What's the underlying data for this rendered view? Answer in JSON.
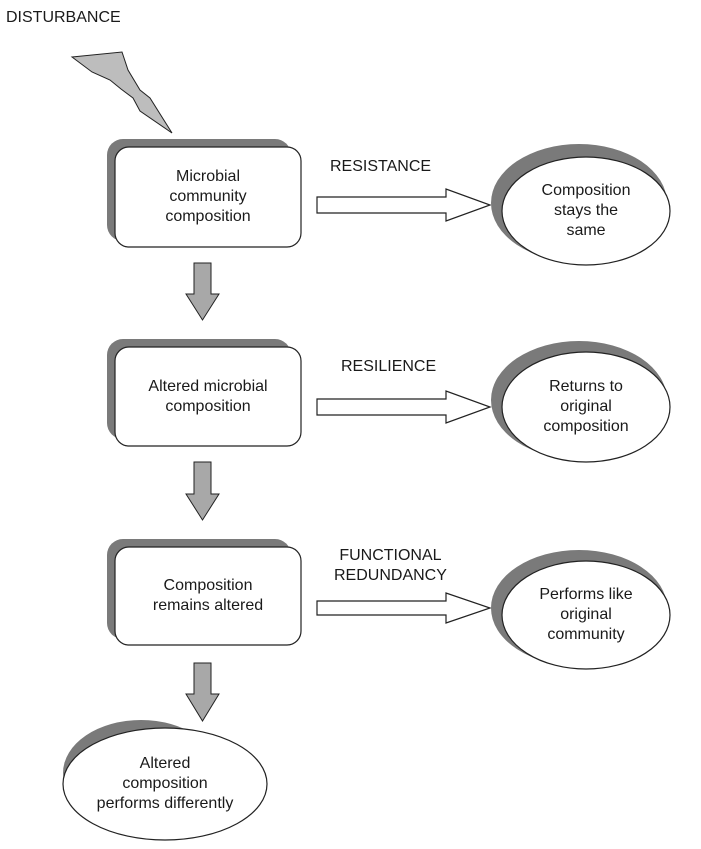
{
  "diagram": {
    "disturbance_label": "DISTURBANCE",
    "boxes": {
      "microbial_community": "Microbial\ncommunity\ncomposition",
      "altered_composition": "Altered microbial\ncomposition",
      "remains_altered": "Composition\nremains altered"
    },
    "outcomes": {
      "stays_same": "Composition\nstays the\nsame",
      "returns_original": "Returns to\noriginal\ncomposition",
      "performs_like": "Performs like\noriginal\ncommunity",
      "performs_differently": "Altered\ncomposition\nperforms differently"
    },
    "arrow_labels": {
      "resistance": "RESISTANCE",
      "resilience": "RESILIENCE",
      "functional_redundancy": "FUNCTIONAL\nREDUNDANCY"
    },
    "colors": {
      "shadow": "#7a7a7a",
      "down_arrow_fill": "#a8a8a8",
      "lightning_fill": "#bdbdbd",
      "stroke": "#222222"
    }
  }
}
